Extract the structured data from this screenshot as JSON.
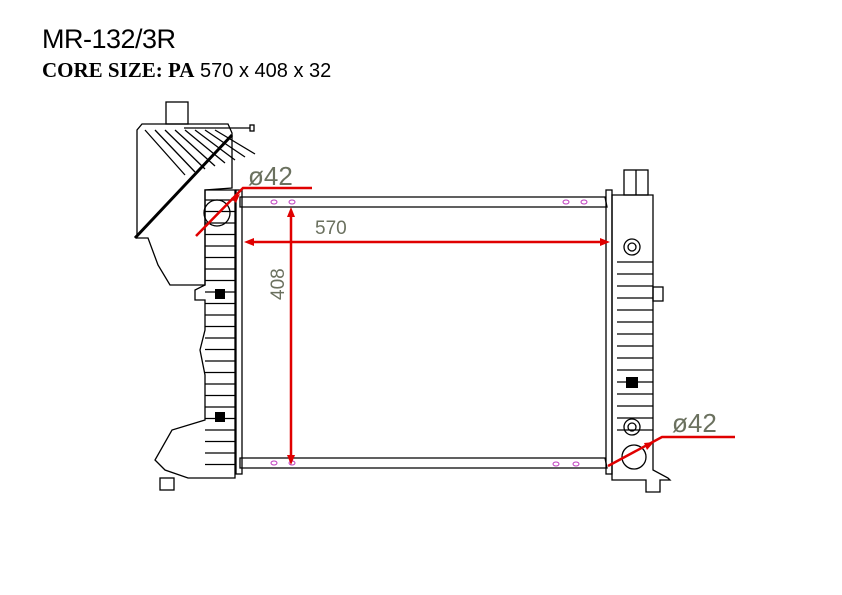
{
  "header": {
    "part_number": "MR-132/3R",
    "core_label": "CORE SIZE: PA",
    "core_dims": "570 x 408 x 32"
  },
  "drawing": {
    "width_label": "570",
    "height_label": "408",
    "inlet_label": "ø42",
    "outlet_label": "ø42",
    "dimension_color": "#e00000",
    "text_color": "#6b715f"
  }
}
